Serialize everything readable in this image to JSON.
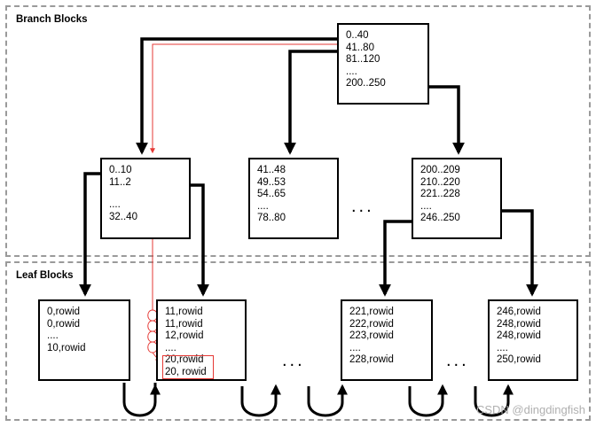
{
  "regions": {
    "branch_title": "Branch Blocks",
    "leaf_title": "Leaf Blocks"
  },
  "root_block": {
    "lines": [
      "0..40",
      "41..80",
      "81..120",
      "....",
      "200..250"
    ]
  },
  "branch_blocks": [
    {
      "lines": [
        "0..10",
        "11..2",
        "",
        "....",
        "32..40"
      ]
    },
    {
      "lines": [
        "41..48",
        "49..53",
        "54..65",
        "....",
        "78..80"
      ]
    },
    {
      "lines": [
        "200..209",
        "210..220",
        "221..228",
        "....",
        "246..250"
      ]
    }
  ],
  "leaf_blocks": [
    {
      "lines": [
        "0,rowid",
        "0,rowid",
        "....",
        "10,rowid"
      ]
    },
    {
      "lines": [
        "11,rowid",
        "11,rowid",
        "12,rowid",
        "....",
        "20,rowid",
        "20, rowid"
      ]
    },
    {
      "lines": [
        "221,rowid",
        "222,rowid",
        "223,rowid",
        "....",
        "228,rowid"
      ]
    },
    {
      "lines": [
        "246,rowid",
        "248,rowid",
        "248,rowid",
        "....",
        "250,rowid"
      ]
    }
  ],
  "ellipses": {
    "branch": "...",
    "leaf_left": "...",
    "leaf_right": "..."
  },
  "watermark": "CSDN @dingdingfish",
  "colors": {
    "arrow": "#000000",
    "search_path": "#e53935",
    "region_border": "#9a9a9a"
  }
}
